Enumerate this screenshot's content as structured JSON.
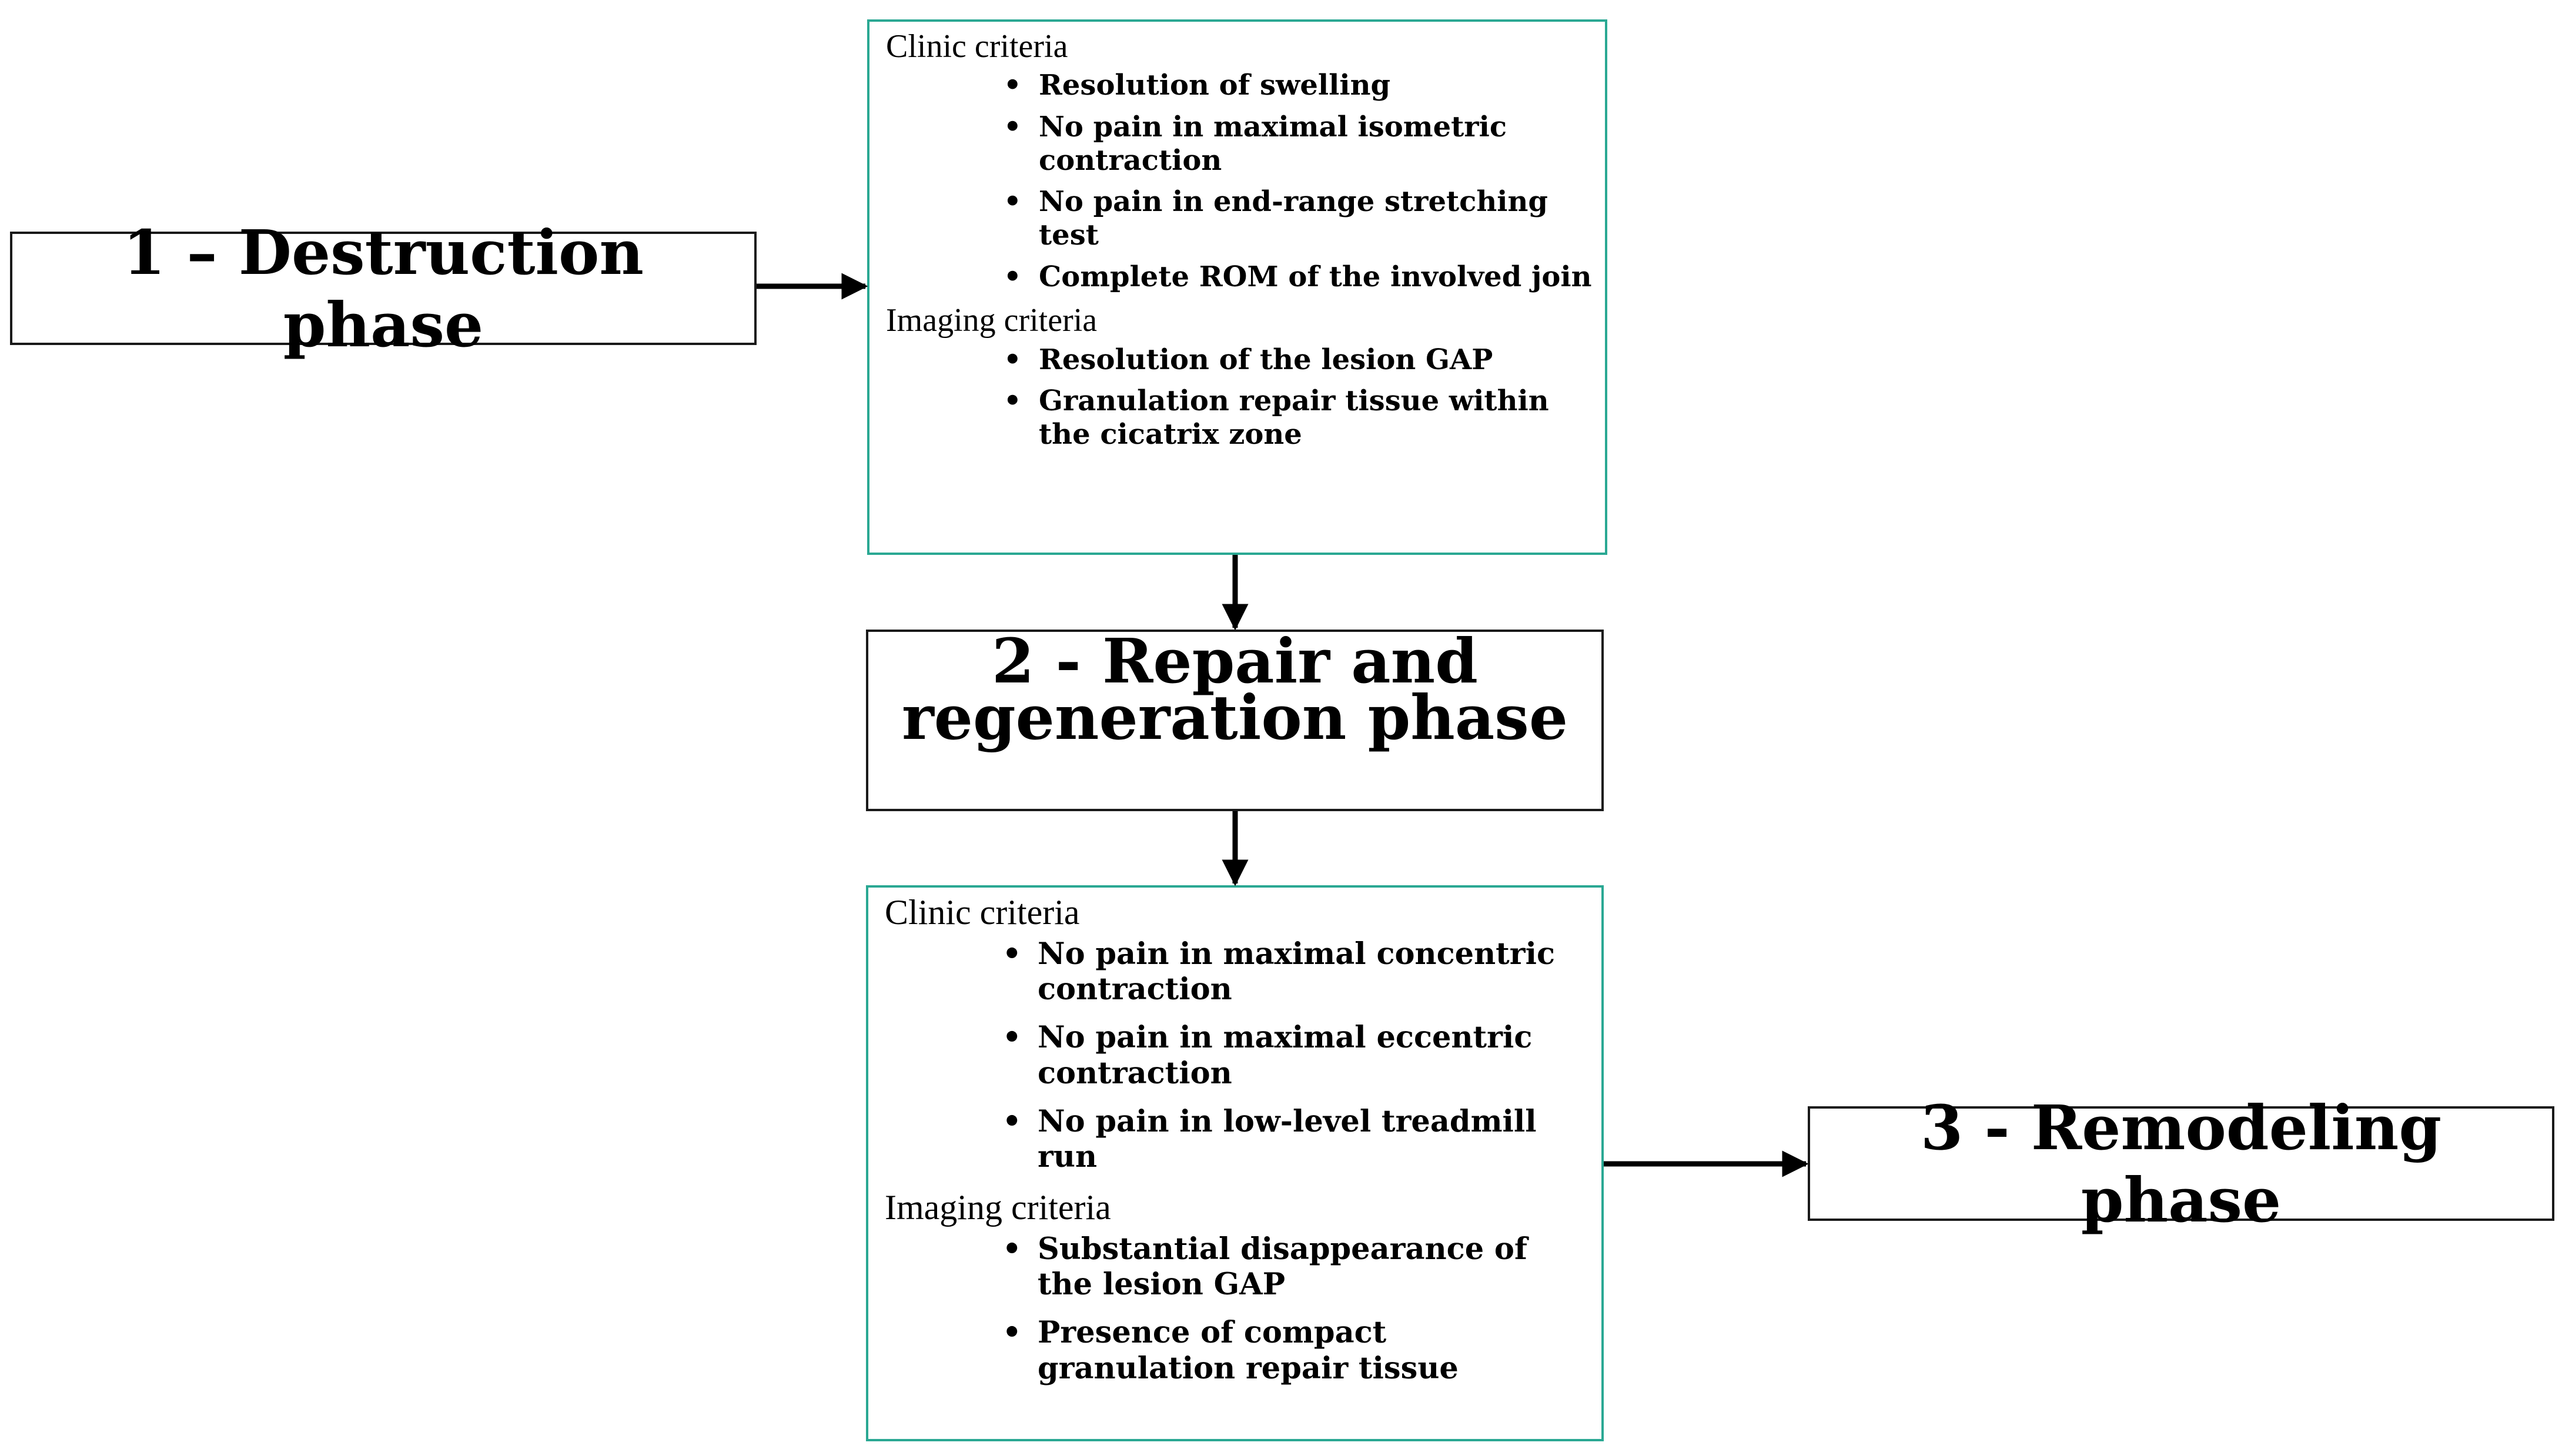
{
  "colors": {
    "box_border": "#1a1a1a",
    "criteria_border": "#2aa893",
    "arrow": "#000000"
  },
  "phases": {
    "phase1": "1 – Destruction  phase",
    "phase2_line1": "2 - Repair  and",
    "phase2_line2": "regeneration  phase",
    "phase3": "3 - Remodeling  phase"
  },
  "criteria_top": {
    "clinic_label": "Clinic  criteria",
    "clinic_items": [
      "Resolution  of  swelling",
      "No  pain  in  maximal  isometric contraction",
      "No  pain  in  end-range  stretching test",
      "Complete  ROM  of  the  involved join"
    ],
    "imaging_label": "Imaging  criteria",
    "imaging_items": [
      "Resolution  of  the  lesion  GAP",
      "Granulation  repair  tissue  within  the cicatrix  zone"
    ]
  },
  "criteria_bottom": {
    "clinic_label": "Clinic  criteria",
    "clinic_items": [
      "No  pain  in  maximal  concentric contraction",
      "No  pain  in  maximal  eccentric contraction",
      "No  pain  in  low-level   treadmill run"
    ],
    "imaging_label": "Imaging  criteria",
    "imaging_items": [
      "Substantial  disappearance  of  the lesion  GAP",
      "Presence  of  compact  granulation repair  tissue"
    ]
  }
}
